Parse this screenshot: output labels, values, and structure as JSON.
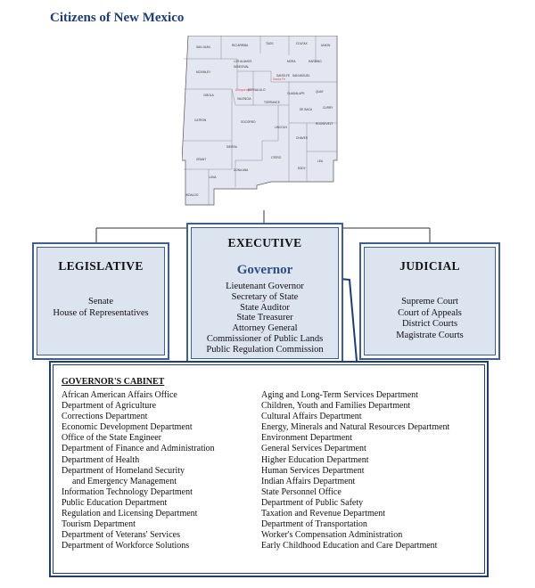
{
  "title": "Citizens of New Mexico",
  "map": {
    "counties": [
      "SAN JUAN",
      "RIO ARRIBA",
      "TAOS",
      "COLFAX",
      "UNION",
      "LOS ALAMOS",
      "SANDOVAL",
      "MORA",
      "HARDING",
      "MCKINLEY",
      "SANTA FE",
      "SAN MIGUEL",
      "CIBOLA",
      "BERNALILLO",
      "VALENCIA",
      "TORRANCE",
      "GUADALUPE",
      "QUAY",
      "DE BACA",
      "CURRY",
      "CATRON",
      "SOCORRO",
      "LINCOLN",
      "ROOSEVELT",
      "CHAVES",
      "SIERRA",
      "OTERO",
      "GRANT",
      "LEA",
      "LUNA",
      "DONA ANA",
      "EDDY",
      "HIDALGO"
    ],
    "capital_label": "Santa Fe",
    "city_label": "Albuquerque",
    "capital_color": "#d9534f"
  },
  "legislative": {
    "title": "LEGISLATIVE",
    "items": [
      "Senate",
      "House of Representatives"
    ]
  },
  "executive": {
    "title": "EXECUTIVE",
    "governor": "Governor",
    "items": [
      "Lieutenant Governor",
      "Secretary of State",
      "State Auditor",
      "State Treasurer",
      "Attorney General",
      "Commissioner of Public Lands",
      "Public Regulation Commission"
    ]
  },
  "judicial": {
    "title": "JUDICIAL",
    "items": [
      "Supreme Court",
      "Court of Appeals",
      "District Courts",
      "Magistrate Courts"
    ]
  },
  "cabinet": {
    "title": "GOVERNOR'S CABINET",
    "left": [
      "African American Affairs Office",
      "Department of Agriculture",
      "Corrections Department",
      "Economic Development Department",
      "Office of the State Engineer",
      "Department of Finance and Administration",
      "Department of Health",
      "Department of Homeland Security",
      "and Emergency Management",
      "Information Technology Department",
      "Public Education Department",
      "Regulation and Licensing Department",
      "Tourism Department",
      "Department of Veterans' Services",
      "Department of Workforce Solutions"
    ],
    "right": [
      "Aging and Long-Term Services Department",
      "Children, Youth and Families Department",
      "Cultural Affairs Department",
      "Energy, Minerals and Natural Resources Department",
      "Environment Department",
      "General Services Department",
      "Higher Education Department",
      "Human Services Department",
      "Indian Affairs Department",
      "State Personnel Office",
      "Department of Public Safety",
      "Taxation and Revenue Department",
      "Department of Transportation",
      "Worker's Compensation Administration",
      "Early Childhood Education and Care Department"
    ]
  },
  "colors": {
    "title": "#1f3d73",
    "box_fill": "#dce4ef",
    "box_border": "#3e5f8f",
    "governor": "#2d4f86",
    "map_fill": "#e4e6f2"
  }
}
